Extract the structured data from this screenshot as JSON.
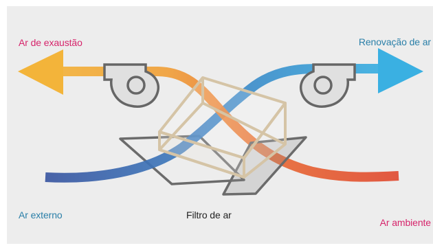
{
  "labels": {
    "exhaust_air": "Ar de exaustão",
    "fresh_air": "Renovação de ar",
    "outdoor_air": "Ar externo",
    "air_filter": "Filtro de ar",
    "room_air": "Ar ambiente"
  },
  "colors": {
    "background": "#ededed",
    "pink_label": "#d6246b",
    "blue_label": "#2a7fa8",
    "dark_label": "#222222",
    "outdoor_stream_start": "#3a55a0",
    "outdoor_stream_end": "#3ab0e2",
    "room_stream_start": "#f3b43a",
    "room_stream_end": "#e04b32",
    "filter_cube": "#d5c4a6",
    "filter_plate": "#6b6b6b",
    "fan": "#666666"
  },
  "icons": {
    "left_fan": "fan-icon",
    "right_fan": "fan-icon",
    "left_arrow": "arrow-left-icon",
    "right_arrow": "arrow-right-icon"
  }
}
